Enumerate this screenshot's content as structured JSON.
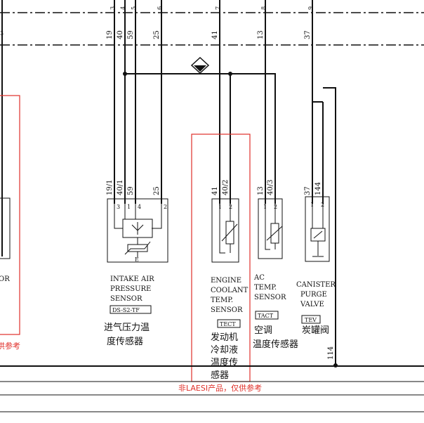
{
  "top_pins": [
    "3",
    "4",
    "5",
    "6",
    "7",
    "8",
    "9"
  ],
  "wires": {
    "top": [
      "19",
      "40",
      "59",
      "25",
      "41",
      "13",
      "37"
    ],
    "bottom": [
      "19/1",
      "40/1",
      "59",
      "25",
      "41",
      "40/2",
      "13",
      "40/3",
      "37",
      "144"
    ],
    "ground": "114"
  },
  "left_fragment": {
    "label_a": "OR",
    "label_b": "供参考"
  },
  "components": {
    "map_sensor": {
      "pins": [
        "3",
        "1",
        "4",
        "2"
      ],
      "name_lines": [
        "INTAKE AIR",
        "PRESSURE",
        "SENSOR"
      ],
      "code": "DS-S2-TF",
      "cn_lines": [
        "进气压力温",
        "度传感器"
      ]
    },
    "coolant_sensor": {
      "pins": [
        "1",
        "2"
      ],
      "name_lines": [
        "ENGINE",
        "COOLANT",
        "TEMP.",
        "SENSOR"
      ],
      "code": "TECT",
      "cn_lines": [
        "发动机",
        "冷却液",
        "温度传",
        "感器"
      ]
    },
    "ac_sensor": {
      "pins": [
        "1",
        "2"
      ],
      "name_lines": [
        "AC",
        "TEMP.",
        "SENSOR"
      ],
      "code": "TACT",
      "cn_lines": [
        "空调",
        "温度传感器"
      ]
    },
    "canister_valve": {
      "pins": [
        "1",
        "2"
      ],
      "name_lines": [
        "CANISTER",
        "PURGE",
        "VALVE"
      ],
      "code": "TEV",
      "cn_lines": [
        "炭罐阀"
      ]
    }
  },
  "footer_note": "非LAESI产品，仅供参考"
}
